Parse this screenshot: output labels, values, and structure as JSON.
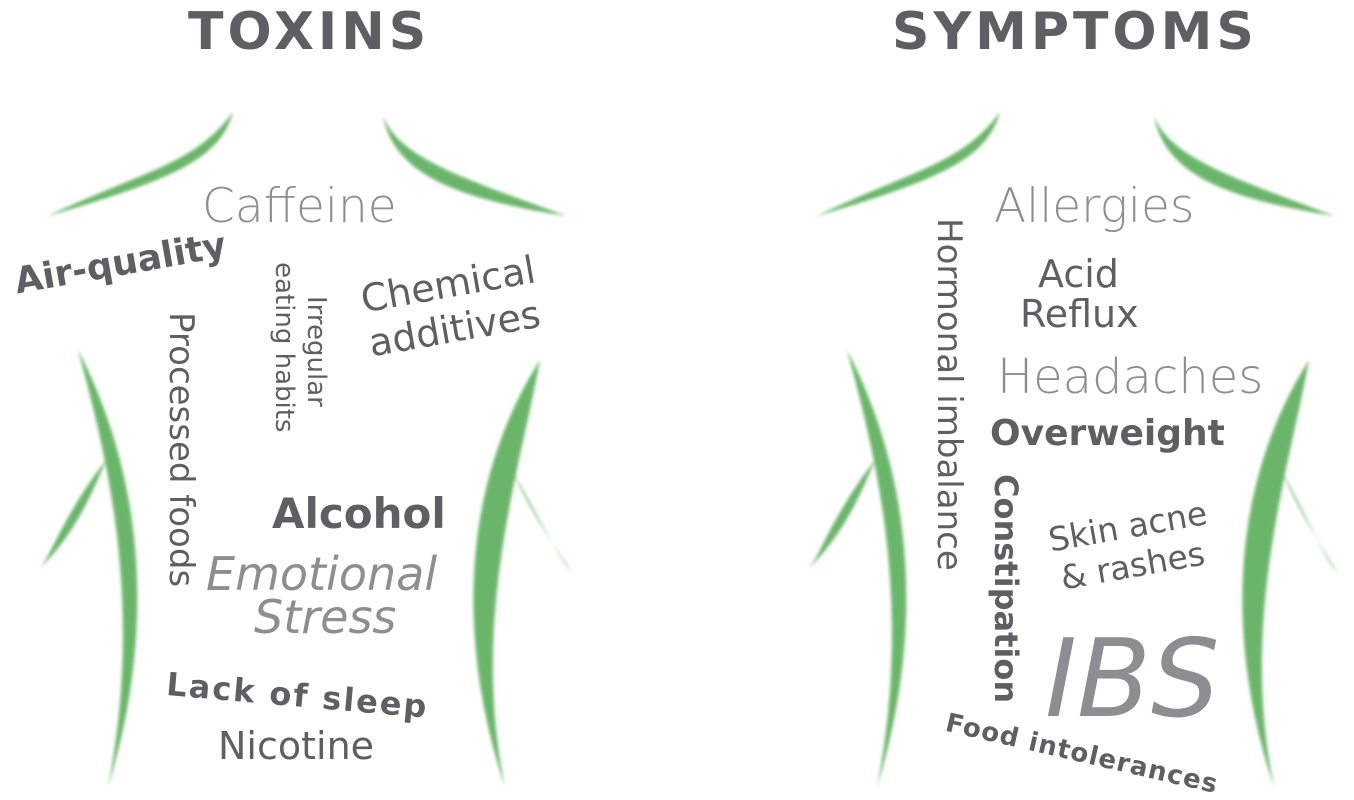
{
  "toxins": {
    "title": "TOXINS",
    "words": {
      "caffeine": "Caffeine",
      "air_quality": "Air-quality",
      "irregular_line1": "Irregular",
      "irregular_line2": "eating habits",
      "chemical_line1": "Chemical",
      "chemical_line2": "additives",
      "processed_foods": "Processed foods",
      "alcohol": "Alcohol",
      "emotional_line1": "Emotional",
      "emotional_line2": "Stress",
      "lack_of_sleep": "Lack of sleep",
      "nicotine": "Nicotine"
    }
  },
  "symptoms": {
    "title": "SYMPTOMS",
    "words": {
      "allergies": "Allergies",
      "acid_line1": "Acid",
      "acid_line2": "Reflux",
      "hormonal_imbalance": "Hormonal imbalance",
      "headaches": "Headaches",
      "overweight": "Overweight",
      "constipation": "Constipation",
      "skin_line1": "Skin acne",
      "skin_line2": "& rashes",
      "ibs": "IBS",
      "food_intolerances": "Food intolerances"
    }
  },
  "colors": {
    "outline_green": "#5cae5c",
    "text_dark": "#5f5f63",
    "text_light": "#8e8e92"
  }
}
